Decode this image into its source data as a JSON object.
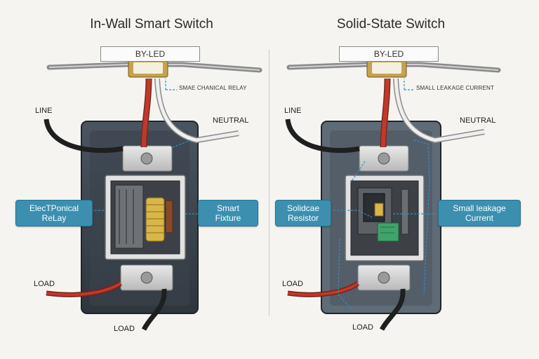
{
  "left": {
    "title": "In-Wall Smart Switch",
    "led_label": "BY-LED",
    "top_annotation": "SMAE CHANICAL RELAY",
    "line_label": "LINE",
    "neutral_label": "NEUTRAL",
    "load_left_label": "LOAD",
    "load_bottom_label": "LOAD",
    "callout_left": "ElecTPonical\nReLay",
    "callout_right": "Smart\nFixture"
  },
  "right": {
    "title": "Solid-State Switch",
    "led_label": "BY-LED",
    "top_annotation": "SMALL LEAKAGE CURRENT",
    "line_label": "LINE",
    "neutral_label": "NEUTRAL",
    "load_left_label": "LOAD",
    "load_bottom_label": "LOAD",
    "callout_left": "Solidcae\nResistor",
    "callout_right": "Small leakage\nCurrent"
  },
  "colors": {
    "callout_fill": "#3d8fb0",
    "line_wire": "#1f1f1f",
    "hot_wire": "#c0392b",
    "neutral_wire": "#e8e8e8",
    "dashed_current": "#2f8fd0",
    "relay_coil": "#d8b64a",
    "solid_state_board": "#3fa36a"
  }
}
